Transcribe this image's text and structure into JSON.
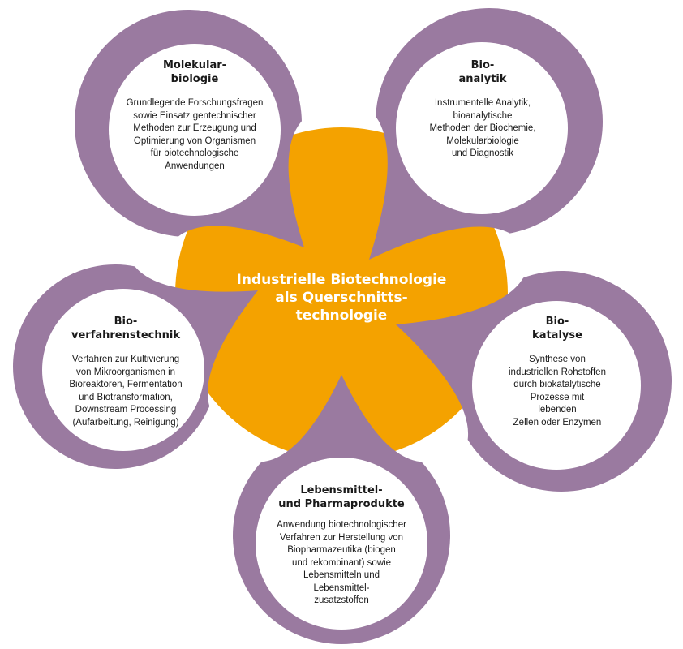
{
  "colors": {
    "purple": "#9a7aa0",
    "orange": "#f4a200",
    "white": "#ffffff"
  },
  "center_label": "Industrielle Biotechnologie\nals Querschnitts-\ntechnologie",
  "petals": [
    {
      "title": "Molekular-\nbiologie",
      "text": "Grundlegende Forschungsfragen\nsowie Einsatz gentechnischer\nMethoden zur Erzeugung und\nOptimierung von Organismen\nfür biotechnologische\nAnwendungen"
    },
    {
      "title": "Bio-\nanalytik",
      "text": "Instrumentelle Analytik,\nbioanalytische\nMethoden der Biochemie,\nMolekularbiologie\nund Diagnostik"
    },
    {
      "title": "Bio-\nverfahrenstechnik",
      "text": "Verfahren zur Kultivierung\nvon Mikroorganismen in\nBioreaktoren, Fermentation\nund Biotransformation,\nDownstream Processing\n(Aufarbeitung, Reinigung)"
    },
    {
      "title": "Bio-\nkatalyse",
      "text": "Synthese von\nindustriellen Rohstoffen\ndurch biokatalytische\nProzesse mit\nlebenden\nZellen oder Enzymen"
    },
    {
      "title": "Lebensmittel-\nund Pharmaprodukte",
      "text": "Anwendung biotechnologischer\nVerfahren zur Herstellung von\nBiopharmazeutika (biogen\nund rekombinant) sowie\nLebensmitteln und\nLebensmittel-\nzusatzstoffen"
    }
  ]
}
